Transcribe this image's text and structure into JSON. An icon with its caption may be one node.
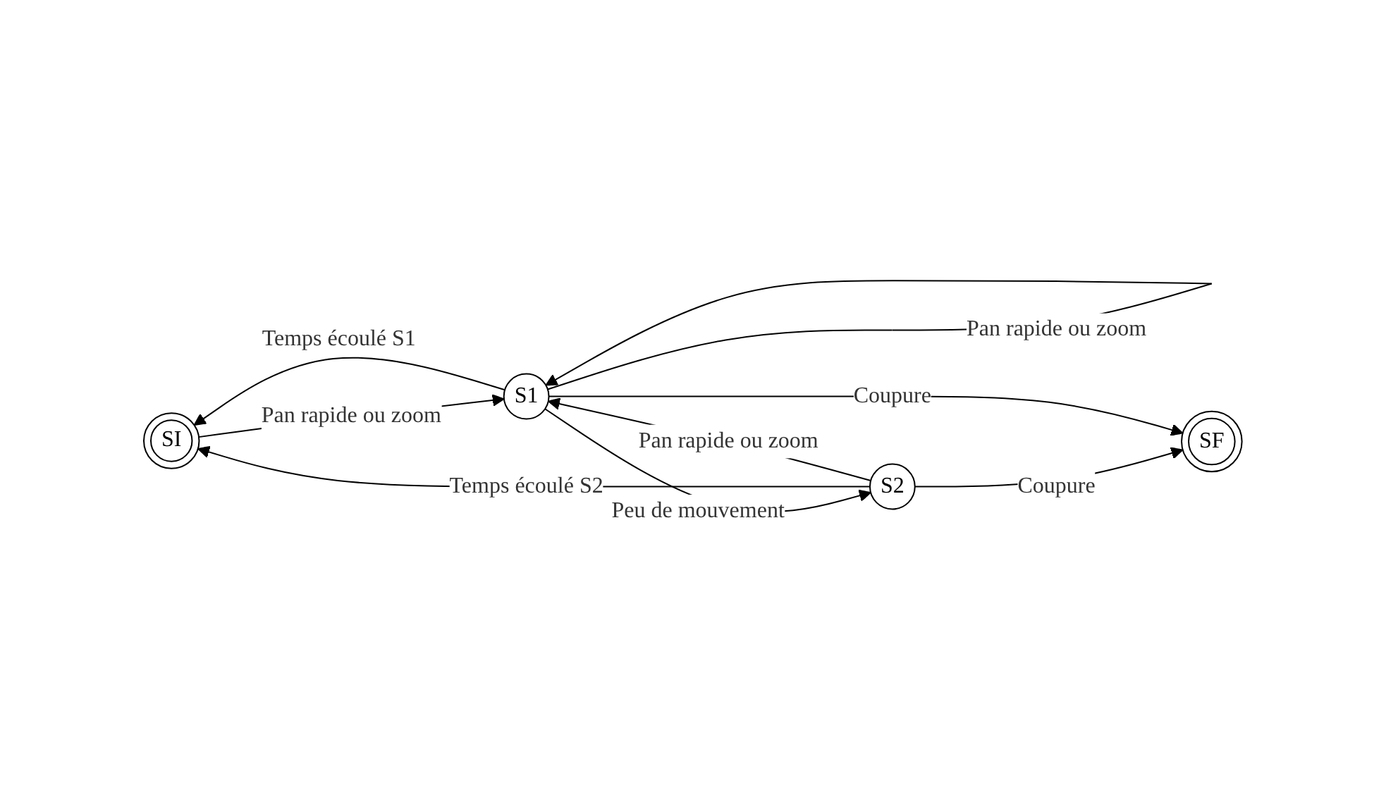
{
  "diagram": {
    "nodes": [
      {
        "text": [
          "SI"
        ]
      },
      {
        "text": [
          "S1"
        ]
      },
      {
        "text": [
          "S2"
        ]
      },
      {
        "text": [
          "SF"
        ]
      }
    ],
    "edges": [
      {
        "from": 2,
        "to": 0,
        "arrow": "to",
        "label": "Temps écoulé S2"
      },
      {
        "from": 1,
        "to": 0,
        "arrow": "to",
        "label": "Temps écoulé S1"
      },
      {
        "from": 2,
        "to": 1,
        "arrow": "to",
        "label": "Pan rapide ou zoom"
      },
      {
        "from": 1,
        "to": 1,
        "arrow": "to",
        "label": "Pan rapide ou zoom"
      },
      {
        "from": 0,
        "to": 1,
        "arrow": "to",
        "label": "Pan rapide ou zoom"
      },
      {
        "from": 1,
        "to": 2,
        "arrow": "to",
        "label": "Peu de mouvement"
      },
      {
        "from": 2,
        "to": 3,
        "arrow": "to",
        "label": "Coupure"
      },
      {
        "from": 1,
        "to": 3,
        "arrow": "to",
        "label": "Coupure"
      }
    ]
  }
}
